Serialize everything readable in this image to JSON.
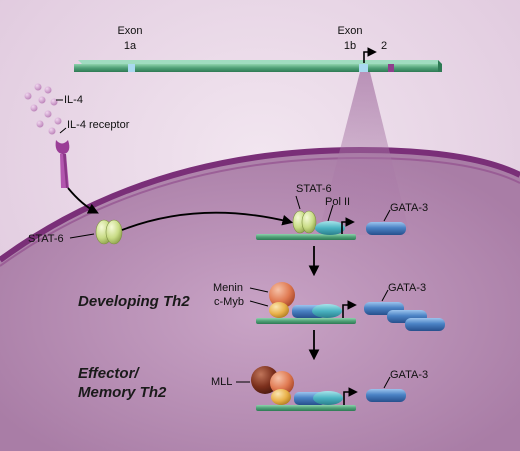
{
  "gene": {
    "exon_1a_top": "Exon",
    "exon_1a_bottom": "1a",
    "exon_1b_top": "Exon",
    "exon_1b_bottom": "1b",
    "exon_2": "2"
  },
  "signaling": {
    "ligand": "IL-4",
    "receptor": "IL-4 receptor",
    "transcription_factor": "STAT-6"
  },
  "promoter_complex": {
    "stat6": "STAT-6",
    "pol2": "Pol II",
    "product": "GATA-3"
  },
  "stages": {
    "developing_line1": "Developing Th2",
    "effector_line1": "Effector/",
    "effector_line2": "Memory Th2"
  },
  "developing": {
    "menin": "Menin",
    "cmyb": "c-Myb",
    "product": "GATA-3"
  },
  "effector": {
    "mll": "MLL",
    "product": "GATA-3"
  },
  "colors": {
    "background": "#e9d5e6",
    "cell_interior": "#b98fb6",
    "membrane": "#7a2f78",
    "dna_green": "#4fa077",
    "gata3_blue": "#3f74b8",
    "stat6_green": "#c9dc86",
    "pol2_teal": "#4bb3c2",
    "menin_salmon": "#e07a52",
    "cmyb_yellow": "#e9b14a",
    "mll_brown": "#7b2f1c"
  }
}
